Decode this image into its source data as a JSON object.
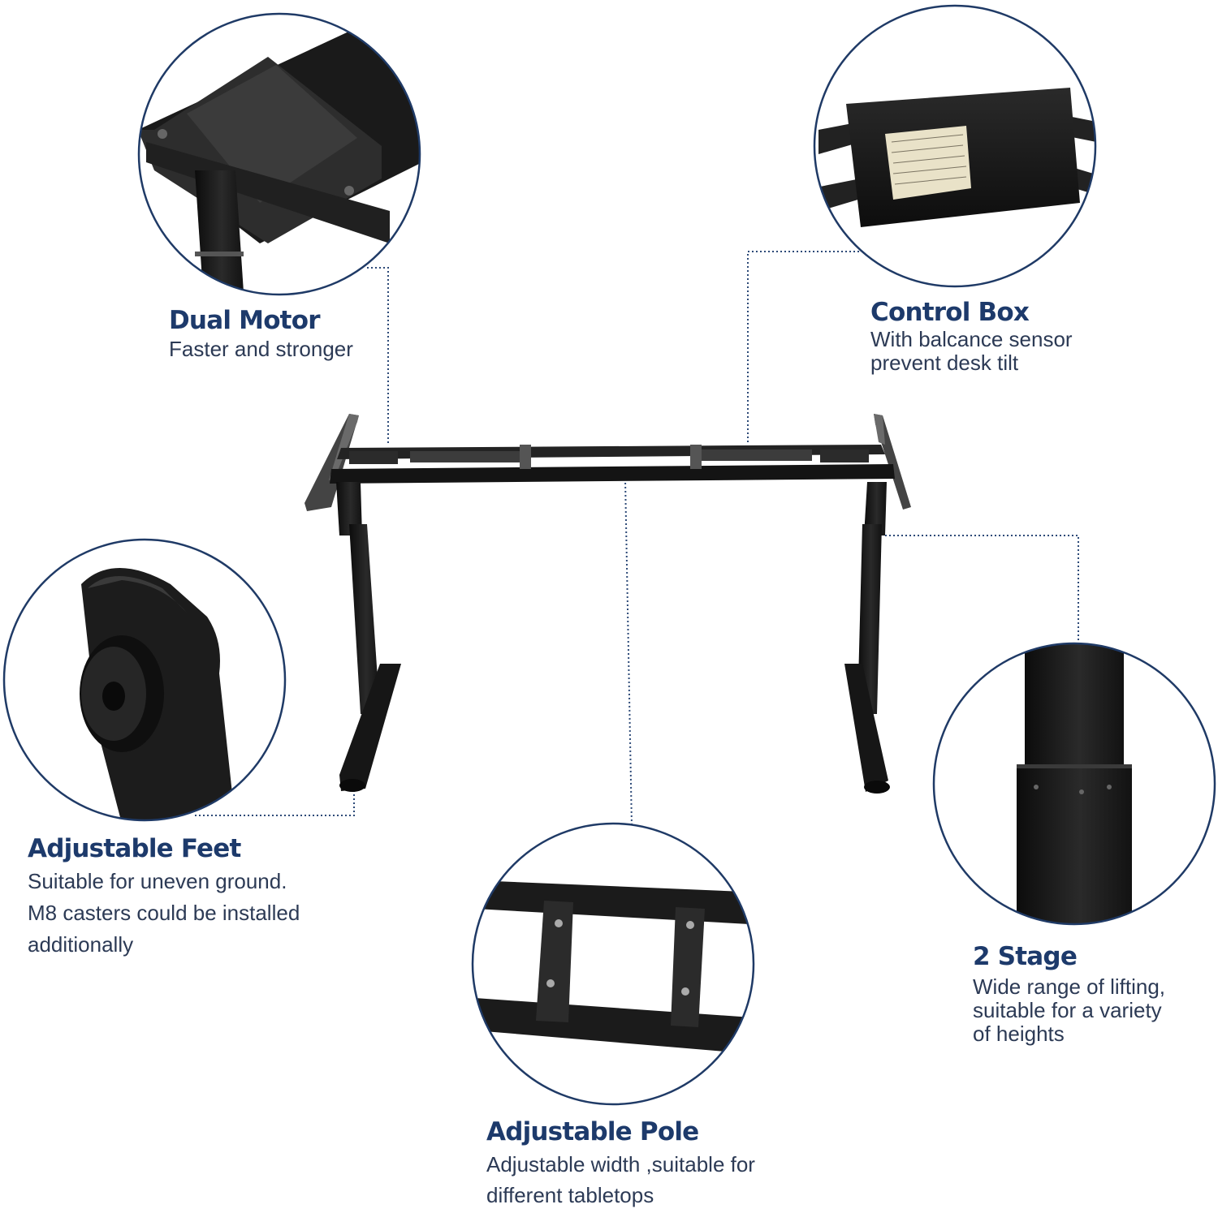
{
  "features": {
    "dual_motor": {
      "title": "Dual Motor",
      "desc": "Faster and stronger"
    },
    "control_box": {
      "title": "Control Box",
      "desc": "With balcance sensor\nprevent desk tilt"
    },
    "adjustable_feet": {
      "title": "Adjustable Feet",
      "desc": "Suitable for uneven ground.\nM8 casters could be installed\nadditionally"
    },
    "two_stage": {
      "title": "2 Stage",
      "desc": "Wide range of lifting,\nsuitable for a variety\nof heights"
    },
    "adjustable_pole": {
      "title": "Adjustable Pole",
      "desc": "Adjustable width ,suitable for\ndifferent  tabletops"
    }
  },
  "colors": {
    "circle_stroke": "#1f3a66",
    "connector": "#2d4a78",
    "frame": "#1b1b1b",
    "title": "#1d3a6b",
    "text": "#2c3a55"
  }
}
